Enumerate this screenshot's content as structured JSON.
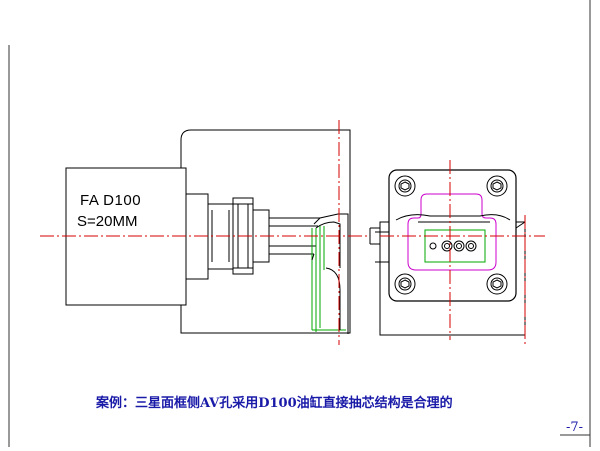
{
  "drawing": {
    "cylinder_model": "FA  D100",
    "cylinder_stroke": "S=20MM"
  },
  "caption": "案例：三星面框侧AV孔采用D100油缸直接抽芯结构是合理的",
  "page_number": "-7-",
  "colors": {
    "line": "#000000",
    "centerline": "#d40000",
    "core": "#00aa00",
    "slot": "#cc00cc",
    "text": "#1a1aa8"
  }
}
